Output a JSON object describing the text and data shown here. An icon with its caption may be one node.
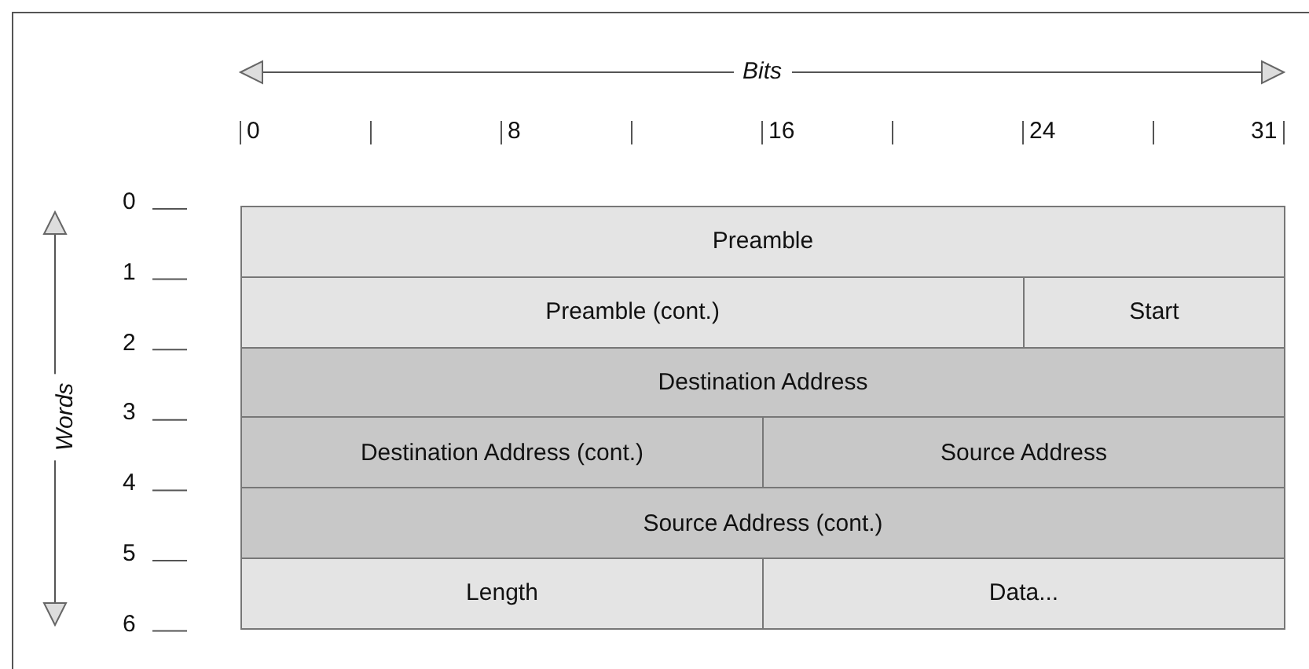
{
  "diagram": {
    "nodes": [
      {
        "text": [
          "Preamble"
        ]
      },
      {
        "text": [
          "Preamble (cont.)"
        ]
      },
      {
        "text": [
          "Start"
        ]
      },
      {
        "text": [
          "Destination Address"
        ]
      },
      {
        "text": [
          "Destination Address (cont.)"
        ]
      },
      {
        "text": [
          "Source Address"
        ]
      },
      {
        "text": [
          "Source Address (cont.)"
        ]
      },
      {
        "text": [
          "Length"
        ]
      },
      {
        "text": [
          "Data..."
        ]
      }
    ],
    "edges": [],
    "labels": [
      "Bits",
      "0",
      "8",
      "16",
      "24",
      "31",
      "Words",
      "0",
      "1",
      "2",
      "3",
      "4",
      "5",
      "6"
    ]
  }
}
